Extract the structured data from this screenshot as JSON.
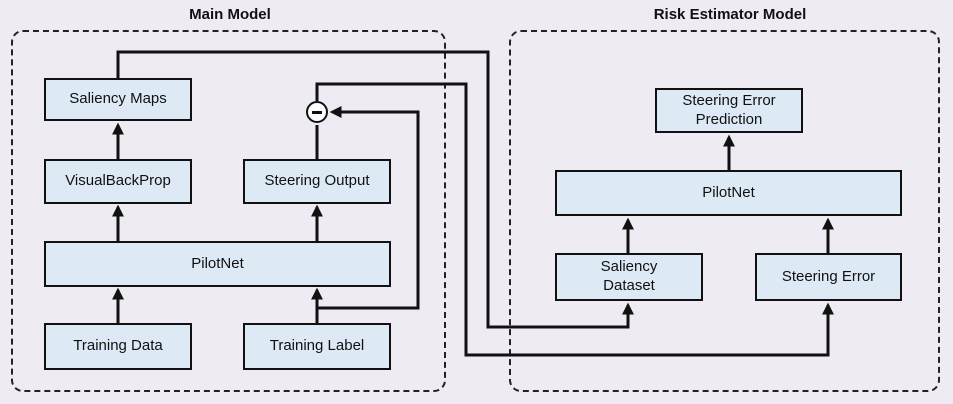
{
  "titles": {
    "main_model": "Main Model",
    "risk_model": "Risk Estimator Model"
  },
  "main": {
    "saliency_maps": "Saliency Maps",
    "visualbackprop": "VisualBackProp",
    "steering_output": "Steering Output",
    "pilotnet": "PilotNet",
    "training_data": "Training Data",
    "training_label": "Training Label"
  },
  "risk": {
    "steering_error_prediction_line1": "Steering Error",
    "steering_error_prediction_line2": "Prediction",
    "pilotnet": "PilotNet",
    "saliency_dataset_line1": "Saliency",
    "saliency_dataset_line2": "Dataset",
    "steering_error": "Steering Error"
  },
  "icons": {
    "subtract_node": "minus-circle-icon"
  }
}
